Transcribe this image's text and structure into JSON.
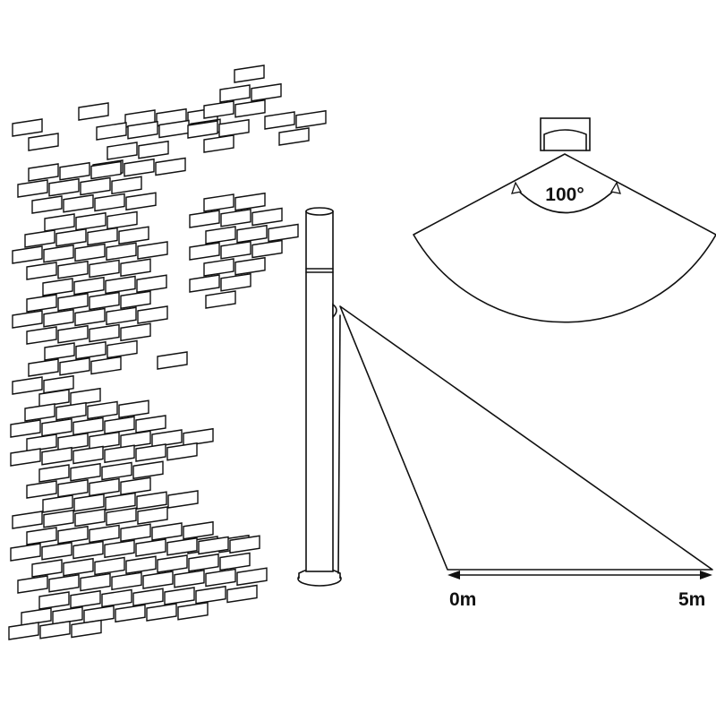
{
  "angle_label": "100°",
  "range": {
    "start_label": "0m",
    "end_label": "5m"
  },
  "colors": {
    "line": "#111111",
    "background": "#ffffff"
  }
}
